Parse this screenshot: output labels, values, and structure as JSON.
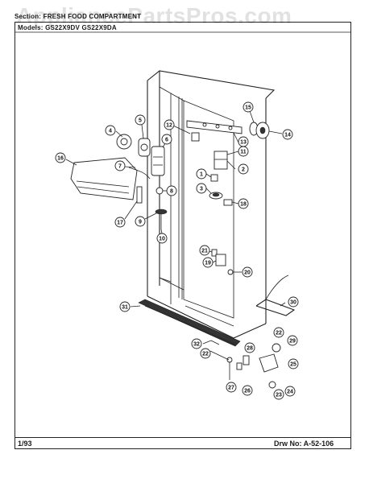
{
  "watermark": "AppliancePartsPros.com",
  "header": {
    "section_label": "Section:",
    "section_value": "FRESH FOOD COMPARTMENT",
    "models_label": "Models:",
    "models_value": "GS22X9DV    GS22X9DA"
  },
  "footer": {
    "date": "1/93",
    "drawing_number": "Drw No:  A-52-106"
  },
  "callouts": [
    {
      "n": "1"
    },
    {
      "n": "2"
    },
    {
      "n": "3"
    },
    {
      "n": "4"
    },
    {
      "n": "5"
    },
    {
      "n": "6"
    },
    {
      "n": "7"
    },
    {
      "n": "8"
    },
    {
      "n": "9"
    },
    {
      "n": "10"
    },
    {
      "n": "11"
    },
    {
      "n": "12"
    },
    {
      "n": "13"
    },
    {
      "n": "14"
    },
    {
      "n": "15"
    },
    {
      "n": "16"
    },
    {
      "n": "17"
    },
    {
      "n": "18"
    },
    {
      "n": "19"
    },
    {
      "n": "20"
    },
    {
      "n": "21"
    },
    {
      "n": "22"
    },
    {
      "n": "22"
    },
    {
      "n": "23"
    },
    {
      "n": "24"
    },
    {
      "n": "25"
    },
    {
      "n": "26"
    },
    {
      "n": "27"
    },
    {
      "n": "28"
    },
    {
      "n": "29"
    },
    {
      "n": "30"
    },
    {
      "n": "31"
    },
    {
      "n": "32"
    }
  ]
}
